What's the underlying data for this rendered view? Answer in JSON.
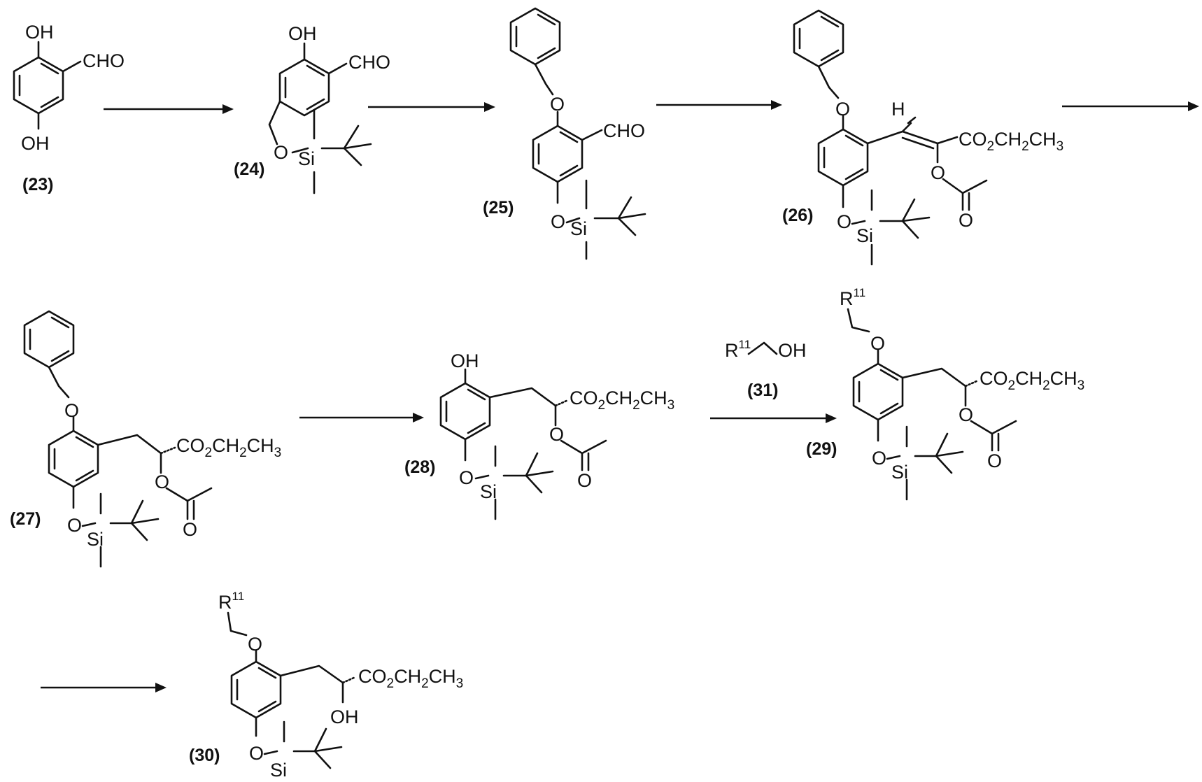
{
  "compounds": [
    {
      "id": "23",
      "label": "(23)",
      "oh_top": "OH",
      "oh_bottom": "OH",
      "cho": "CHO"
    },
    {
      "id": "24",
      "label": "(24)",
      "oh": "OH",
      "cho": "CHO",
      "o": "O",
      "si": "Si"
    },
    {
      "id": "25",
      "label": "(25)",
      "o_bn": "O",
      "cho": "CHO",
      "o": "O",
      "si": "Si"
    },
    {
      "id": "26",
      "label": "(26)",
      "h": "H",
      "o_bn": "O",
      "ester": "CO2CH2CH3",
      "o_ac": "O",
      "o_carbonyl": "O",
      "o": "O",
      "si": "Si"
    },
    {
      "id": "27",
      "label": "(27)",
      "o_bn": "O",
      "ester": "CO2CH2CH3",
      "o_ac": "O",
      "o_carbonyl": "O",
      "o": "O",
      "si": "Si"
    },
    {
      "id": "28",
      "label": "(28)",
      "oh": "OH",
      "ester": "CO2CH2CH3",
      "o_ac": "O",
      "o_carbonyl": "O",
      "o": "O",
      "si": "Si"
    },
    {
      "id": "29",
      "label": "(29)",
      "r": "R",
      "r_sup": "11",
      "o_r": "O",
      "ester": "CO2CH2CH3",
      "o_ac": "O",
      "o_carbonyl": "O",
      "o": "O",
      "si": "Si"
    },
    {
      "id": "30",
      "label": "(30)",
      "r": "R",
      "r_sup": "11",
      "o_r": "O",
      "ester": "CO2CH2CH3",
      "oh": "OH",
      "o": "O",
      "si": "Si"
    }
  ],
  "reagent": {
    "id": "31",
    "label": "(31)",
    "r": "R",
    "r_sup": "11",
    "oh": "OH"
  },
  "ester_parts": {
    "co": "CO",
    "o2": "2",
    "ch": "CH",
    "h2": "2",
    "ch3a": "CH",
    "h3": "3"
  },
  "arrows_count": 7
}
